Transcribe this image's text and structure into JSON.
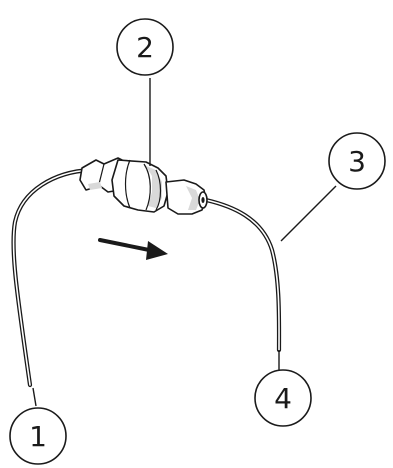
{
  "callouts": [
    {
      "id": "1",
      "label": "1"
    },
    {
      "id": "2",
      "label": "2"
    },
    {
      "id": "3",
      "label": "3"
    },
    {
      "id": "4",
      "label": "4"
    }
  ],
  "flow_direction": "right",
  "colors": {
    "line": "#1a1a1a",
    "fill": "#ffffff",
    "shade": "#d9d9d9"
  }
}
